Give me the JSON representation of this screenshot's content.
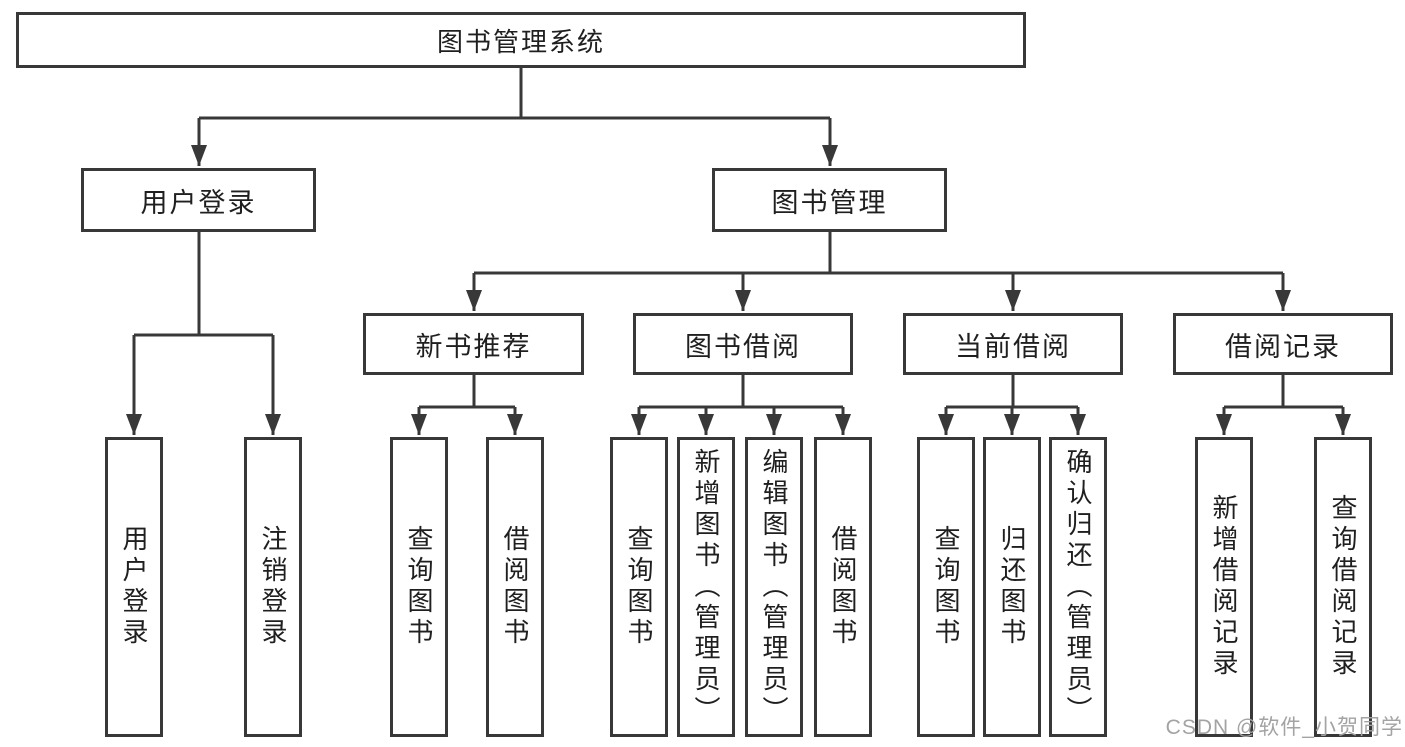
{
  "colors": {
    "line": "#383838",
    "box_border": "#383838",
    "box_background": "#ffffff",
    "text": "#1f1f1f",
    "watermark_text": "#a3a3a3"
  },
  "watermark": {
    "text": "CSDN @软件_小贺同学"
  },
  "diagram": {
    "type": "hierarchy-tree",
    "root": {
      "label": "图书管理系统"
    },
    "level2": [
      {
        "label": "用户登录"
      },
      {
        "label": "图书管理"
      }
    ],
    "level3": [
      {
        "label": "新书推荐",
        "parent": "图书管理"
      },
      {
        "label": "图书借阅",
        "parent": "图书管理"
      },
      {
        "label": "当前借阅",
        "parent": "图书管理"
      },
      {
        "label": "借阅记录",
        "parent": "图书管理"
      }
    ],
    "leaves": [
      {
        "label": "用户登录",
        "parent": "用户登录"
      },
      {
        "label": "注销登录",
        "parent": "用户登录"
      },
      {
        "label": "查询图书",
        "parent": "新书推荐"
      },
      {
        "label": "借阅图书",
        "parent": "新书推荐"
      },
      {
        "label": "查询图书",
        "parent": "图书借阅"
      },
      {
        "label": "新增图书（管理员）",
        "parent": "图书借阅"
      },
      {
        "label": "编辑图书（管理员）",
        "parent": "图书借阅"
      },
      {
        "label": "借阅图书",
        "parent": "图书借阅"
      },
      {
        "label": "查询图书",
        "parent": "当前借阅"
      },
      {
        "label": "归还图书",
        "parent": "当前借阅"
      },
      {
        "label": "确认归还（管理员）",
        "parent": "当前借阅"
      },
      {
        "label": "新增借阅记录",
        "parent": "借阅记录"
      },
      {
        "label": "查询借阅记录",
        "parent": "借阅记录"
      }
    ]
  }
}
